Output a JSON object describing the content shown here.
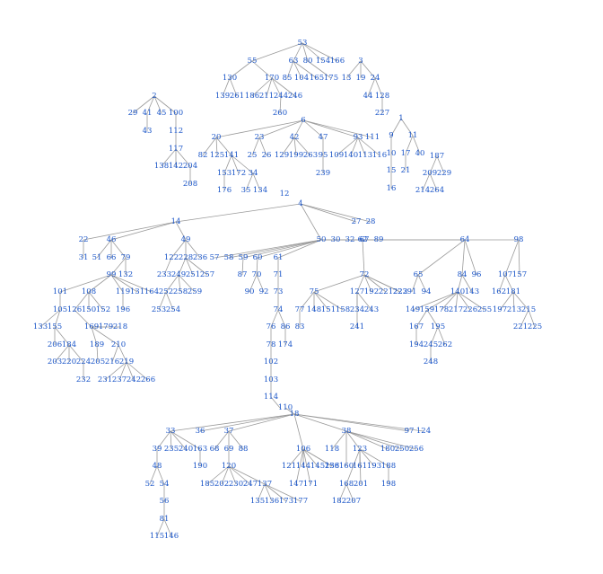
{
  "diagram": {
    "type": "tree",
    "labels": {
      "n1": "1",
      "n2": "2",
      "n3": "3",
      "n4": "4",
      "n6": "6",
      "n9": "9",
      "n10": "10",
      "n11": "11",
      "n12": "12",
      "n13": "13",
      "n14": "14",
      "n15": "15",
      "n16": "16",
      "n17": "17",
      "n18": "18",
      "n19": "19",
      "n20": "20",
      "n21": "21",
      "n22": "22",
      "n23": "23",
      "n24": "24",
      "n25": "25",
      "n26": "26",
      "n27": "27",
      "n28": "28",
      "n29": "29",
      "n30": "30",
      "n31": "31",
      "n32": "32",
      "n33": "33",
      "n34": "34",
      "n35": "35",
      "n36": "36",
      "n37": "37",
      "n38": "38",
      "n39": "39",
      "n40": "40",
      "n41": "41",
      "n42": "42",
      "n43": "43",
      "n44": "44",
      "n45": "45",
      "n46": "46",
      "n47": "47",
      "n48": "48",
      "n49": "49",
      "n50": "50",
      "n51": "51",
      "n52": "52",
      "n53": "53",
      "n54": "54",
      "n55": "55",
      "n56": "56",
      "n57": "57",
      "n58": "58",
      "n59": "59",
      "n60": "60",
      "n61": "61",
      "n62": "62",
      "n63": "63",
      "n64": "64",
      "n65": "65",
      "n66": "66",
      "n67": "67",
      "n68": "68",
      "n69": "69",
      "n70": "70",
      "n71": "71",
      "n72": "72",
      "n73": "73",
      "n74": "74",
      "n75": "75",
      "n76": "76",
      "n77": "77",
      "n78": "78",
      "n79": "79",
      "n80": "80",
      "n81": "81",
      "n82": "82",
      "n83": "83",
      "n84": "84",
      "n85": "85",
      "n86": "86",
      "n87": "87",
      "n88": "88",
      "n89": "89",
      "n90": "90",
      "n91": "91",
      "n92": "92",
      "n93": "93",
      "n94": "94",
      "n95": "95",
      "n96": "96",
      "n97": "97",
      "n98": "98",
      "n99": "99",
      "n100": "100",
      "n101": "101",
      "n102": "102",
      "n103": "103",
      "n104": "104",
      "n105": "105",
      "n106": "106",
      "n107": "107",
      "n108": "108",
      "n109": "109",
      "n110": "110",
      "n111": "111",
      "n112": "112",
      "n113": "113",
      "n114": "114",
      "n115": "115",
      "n116": "116",
      "n117": "117",
      "n118": "118",
      "n119": "119",
      "n120": "120",
      "n121": "121",
      "n122": "122",
      "n123": "123",
      "n124": "124",
      "n125": "125",
      "n126": "126",
      "n127": "127",
      "n128": "128",
      "n129": "129",
      "n130": "130",
      "n131": "131",
      "n132": "132",
      "n133": "133",
      "n134": "134",
      "n135": "135",
      "n136": "136",
      "n137": "137",
      "n138": "138",
      "n139": "139",
      "n140": "140",
      "n141": "141",
      "n142": "142",
      "n143": "143",
      "n144": "144",
      "n145": "145",
      "n146": "146",
      "n147": "147",
      "n148": "148",
      "n149": "149",
      "n150": "150",
      "n151": "151",
      "n152": "152",
      "n153": "153",
      "n154": "154",
      "n155": "155",
      "n156": "156",
      "n157": "157",
      "n158": "158",
      "n159": "159",
      "n160": "160",
      "n161": "161",
      "n162": "162",
      "n163": "163",
      "n164": "164",
      "n165": "165",
      "n166": "166",
      "n167": "167",
      "n168": "168",
      "n169": "169",
      "n170": "170",
      "n171": "171",
      "n172": "172",
      "n173": "173",
      "n174": "174",
      "n175": "175",
      "n176": "176",
      "n177": "177",
      "n178": "178",
      "n179": "179",
      "n180": "180",
      "n181": "181",
      "n182": "182",
      "n183": "183",
      "n184": "184",
      "n185": "185",
      "n186": "186",
      "n187": "187",
      "n188": "188",
      "n189": "189",
      "n190": "190",
      "n191": "191",
      "n192": "192",
      "n193": "193",
      "n194": "194",
      "n195": "195",
      "n196": "196",
      "n197": "197",
      "n198": "198",
      "n199": "199",
      "n200": "200",
      "n201": "201",
      "n202": "202",
      "n203": "203",
      "n204": "204",
      "n205": "205",
      "n206": "206",
      "n207": "207",
      "n208": "208",
      "n209": "209",
      "n210": "210",
      "n211": "211",
      "n212": "212",
      "n213": "213",
      "n214": "214",
      "n215": "215",
      "n216": "216",
      "n217": "217",
      "n218": "218",
      "n219": "219",
      "n220": "220",
      "n221": "221",
      "n222": "222",
      "n223": "223",
      "n224": "224",
      "n225": "225",
      "n226": "226",
      "n227": "227",
      "n228": "228",
      "n229": "229",
      "n230": "230",
      "n231": "231",
      "n232": "232",
      "n233": "233",
      "n234": "234",
      "n235": "235",
      "n236": "236",
      "n237": "237",
      "n238": "238",
      "n239": "239",
      "n240": "240",
      "n241": "241",
      "n242": "242",
      "n243": "243",
      "n244": "244",
      "n245": "245",
      "n246": "246",
      "n247": "247",
      "n248": "248",
      "n249": "249",
      "n250": "250",
      "n251": "251",
      "n252": "252",
      "n253": "253",
      "n254": "254",
      "n255": "255",
      "n256": "256",
      "n257": "257",
      "n258": "258",
      "n259": "259",
      "n260": "260",
      "n261": "261",
      "n262": "262",
      "n263": "263",
      "n264": "264",
      "n266": "266"
    },
    "edges": [
      [
        "n53",
        "n55"
      ],
      [
        "n53",
        "n63"
      ],
      [
        "n53",
        "n80"
      ],
      [
        "n53",
        "n154"
      ],
      [
        "n53",
        "n166"
      ],
      [
        "n55",
        "n130"
      ],
      [
        "n55",
        "n170"
      ],
      [
        "n63",
        "n85"
      ],
      [
        "n63",
        "n104"
      ],
      [
        "n63",
        "n165"
      ],
      [
        "n80",
        "n175"
      ],
      [
        "n130",
        "n139"
      ],
      [
        "n130",
        "n261"
      ],
      [
        "n170",
        "n186"
      ],
      [
        "n170",
        "n211"
      ],
      [
        "n170",
        "n244"
      ],
      [
        "n170",
        "n246"
      ],
      [
        "n244",
        "n260"
      ],
      [
        "n3",
        "n13"
      ],
      [
        "n3",
        "n19"
      ],
      [
        "n3",
        "n24"
      ],
      [
        "n24",
        "n44"
      ],
      [
        "n24",
        "n128"
      ],
      [
        "n128",
        "n227"
      ],
      [
        "n2",
        "n29"
      ],
      [
        "n2",
        "n41"
      ],
      [
        "n2",
        "n45"
      ],
      [
        "n2",
        "n100"
      ],
      [
        "n41",
        "n43"
      ],
      [
        "n100",
        "n112"
      ],
      [
        "n112",
        "n117"
      ],
      [
        "n117",
        "n138"
      ],
      [
        "n117",
        "n142"
      ],
      [
        "n117",
        "n204"
      ],
      [
        "n204",
        "n208"
      ],
      [
        "n6",
        "n20"
      ],
      [
        "n6",
        "n23"
      ],
      [
        "n6",
        "n42"
      ],
      [
        "n6",
        "n47"
      ],
      [
        "n6",
        "n93"
      ],
      [
        "n6",
        "n111"
      ],
      [
        "n20",
        "n82"
      ],
      [
        "n20",
        "n125"
      ],
      [
        "n20",
        "n141"
      ],
      [
        "n141",
        "n153"
      ],
      [
        "n141",
        "n172"
      ],
      [
        "n141",
        "n34"
      ],
      [
        "n153",
        "n176"
      ],
      [
        "n34",
        "n35"
      ],
      [
        "n34",
        "n134"
      ],
      [
        "n23",
        "n25"
      ],
      [
        "n23",
        "n26"
      ],
      [
        "n42",
        "n129"
      ],
      [
        "n42",
        "n199"
      ],
      [
        "n42",
        "n263"
      ],
      [
        "n47",
        "n95"
      ],
      [
        "n95",
        "n239"
      ],
      [
        "n93",
        "n109"
      ],
      [
        "n93",
        "n140"
      ],
      [
        "n93",
        "n113"
      ],
      [
        "n93",
        "n116"
      ],
      [
        "n1",
        "n9"
      ],
      [
        "n1",
        "n11"
      ],
      [
        "n9",
        "n10"
      ],
      [
        "n10",
        "n15"
      ],
      [
        "n15",
        "n16"
      ],
      [
        "n11",
        "n17"
      ],
      [
        "n11",
        "n40"
      ],
      [
        "n17",
        "n21"
      ],
      [
        "n187",
        "n209"
      ],
      [
        "n187",
        "n229"
      ],
      [
        "n209",
        "n214"
      ],
      [
        "n209",
        "n264"
      ],
      [
        "n4",
        "n14"
      ],
      [
        "n4",
        "n27"
      ],
      [
        "n4",
        "n28"
      ],
      [
        "n4",
        "n50"
      ],
      [
        "n14",
        "n22"
      ],
      [
        "n14",
        "n46"
      ],
      [
        "n14",
        "n49"
      ],
      [
        "n22",
        "n31"
      ],
      [
        "n46",
        "n51"
      ],
      [
        "n46",
        "n66"
      ],
      [
        "n46",
        "n79"
      ],
      [
        "n79",
        "n99"
      ],
      [
        "n79",
        "n132"
      ],
      [
        "n99",
        "n101"
      ],
      [
        "n99",
        "n108"
      ],
      [
        "n99",
        "n119"
      ],
      [
        "n99",
        "n131"
      ],
      [
        "n99",
        "n164"
      ],
      [
        "n101",
        "n105"
      ],
      [
        "n108",
        "n126"
      ],
      [
        "n108",
        "n150"
      ],
      [
        "n108",
        "n152"
      ],
      [
        "n119",
        "n196"
      ],
      [
        "n105",
        "n133"
      ],
      [
        "n105",
        "n155"
      ],
      [
        "n126",
        "n169"
      ],
      [
        "n169",
        "n179"
      ],
      [
        "n169",
        "n218"
      ],
      [
        "n155",
        "n206"
      ],
      [
        "n155",
        "n184"
      ],
      [
        "n184",
        "n203"
      ],
      [
        "n184",
        "n220"
      ],
      [
        "n184",
        "n224"
      ],
      [
        "n224",
        "n232"
      ],
      [
        "n169",
        "n189"
      ],
      [
        "n169",
        "n210"
      ],
      [
        "n189",
        "n205"
      ],
      [
        "n210",
        "n216"
      ],
      [
        "n210",
        "n219"
      ],
      [
        "n219",
        "n231"
      ],
      [
        "n219",
        "n237"
      ],
      [
        "n219",
        "n242"
      ],
      [
        "n219",
        "n266"
      ],
      [
        "n49",
        "n122"
      ],
      [
        "n49",
        "n228"
      ],
      [
        "n49",
        "n236"
      ],
      [
        "n122",
        "n233"
      ],
      [
        "n228",
        "n249"
      ],
      [
        "n228",
        "n251"
      ],
      [
        "n228",
        "n257"
      ],
      [
        "n249",
        "n252"
      ],
      [
        "n249",
        "n258"
      ],
      [
        "n249",
        "n259"
      ],
      [
        "n252",
        "n253"
      ],
      [
        "n252",
        "n254"
      ],
      [
        "n50",
        "n57"
      ],
      [
        "n50",
        "n58"
      ],
      [
        "n50",
        "n59"
      ],
      [
        "n50",
        "n60"
      ],
      [
        "n50",
        "n61"
      ],
      [
        "n50",
        "n30"
      ],
      [
        "n50",
        "n32"
      ],
      [
        "n50",
        "n62"
      ],
      [
        "n50",
        "n67"
      ],
      [
        "n50",
        "n89"
      ],
      [
        "n50",
        "n64"
      ],
      [
        "n50",
        "n98"
      ],
      [
        "n59",
        "n87"
      ],
      [
        "n60",
        "n70"
      ],
      [
        "n70",
        "n90"
      ],
      [
        "n70",
        "n92"
      ],
      [
        "n61",
        "n71"
      ],
      [
        "n71",
        "n73"
      ],
      [
        "n73",
        "n74"
      ],
      [
        "n74",
        "n76"
      ],
      [
        "n74",
        "n86"
      ],
      [
        "n76",
        "n78"
      ],
      [
        "n86",
        "n174"
      ],
      [
        "n78",
        "n102"
      ],
      [
        "n102",
        "n103"
      ],
      [
        "n103",
        "n114"
      ],
      [
        "n114",
        "n7"
      ],
      [
        "n62",
        "n72"
      ],
      [
        "n72",
        "n75"
      ],
      [
        "n72",
        "n127"
      ],
      [
        "n72",
        "n192"
      ],
      [
        "n72",
        "n221"
      ],
      [
        "n72",
        "n222"
      ],
      [
        "n72",
        "n223"
      ],
      [
        "n75",
        "n77"
      ],
      [
        "n75",
        "n148"
      ],
      [
        "n75",
        "n151"
      ],
      [
        "n75",
        "n158"
      ],
      [
        "n77",
        "n83"
      ],
      [
        "n127",
        "n234"
      ],
      [
        "n127",
        "n243"
      ],
      [
        "n127",
        "n241"
      ],
      [
        "n64",
        "n65"
      ],
      [
        "n64",
        "n84"
      ],
      [
        "n64",
        "n96"
      ],
      [
        "n65",
        "n91"
      ],
      [
        "n65",
        "n94"
      ],
      [
        "n84",
        "n140b"
      ],
      [
        "n84",
        "n143"
      ],
      [
        "n140b",
        "n149"
      ],
      [
        "n140b",
        "n159"
      ],
      [
        "n140b",
        "n178"
      ],
      [
        "n140b",
        "n217"
      ],
      [
        "n140b",
        "n226"
      ],
      [
        "n140b",
        "n255"
      ],
      [
        "n159",
        "n167"
      ],
      [
        "n159",
        "n195"
      ],
      [
        "n167",
        "n194"
      ],
      [
        "n195",
        "n245"
      ],
      [
        "n195",
        "n262"
      ],
      [
        "n245",
        "n248"
      ],
      [
        "n98",
        "n107"
      ],
      [
        "n98",
        "n157"
      ],
      [
        "n107",
        "n162"
      ],
      [
        "n107",
        "n181"
      ],
      [
        "n181",
        "n197"
      ],
      [
        "n181",
        "n213"
      ],
      [
        "n181",
        "n215"
      ],
      [
        "n215",
        "n221b"
      ],
      [
        "n215",
        "n225"
      ],
      [
        "n110",
        "n18"
      ],
      [
        "n18",
        "n33"
      ],
      [
        "n18",
        "n36"
      ],
      [
        "n18",
        "n37"
      ],
      [
        "n18",
        "n106"
      ],
      [
        "n18",
        "n38"
      ],
      [
        "n18",
        "n97"
      ],
      [
        "n18",
        "n124"
      ],
      [
        "n33",
        "n39"
      ],
      [
        "n33",
        "n235"
      ],
      [
        "n33",
        "n240"
      ],
      [
        "n33",
        "n163"
      ],
      [
        "n39",
        "n48"
      ],
      [
        "n48",
        "n52"
      ],
      [
        "n48",
        "n54"
      ],
      [
        "n54",
        "n56"
      ],
      [
        "n56",
        "n81"
      ],
      [
        "n81",
        "n115"
      ],
      [
        "n81",
        "n146"
      ],
      [
        "n163",
        "n190"
      ],
      [
        "n37",
        "n68"
      ],
      [
        "n37",
        "n69"
      ],
      [
        "n37",
        "n88"
      ],
      [
        "n69",
        "n120"
      ],
      [
        "n120",
        "n185"
      ],
      [
        "n120",
        "n202"
      ],
      [
        "n120",
        "n230"
      ],
      [
        "n120",
        "n247"
      ],
      [
        "n120",
        "n137"
      ],
      [
        "n137",
        "n135"
      ],
      [
        "n137",
        "n136"
      ],
      [
        "n137",
        "n173"
      ],
      [
        "n137",
        "n177"
      ],
      [
        "n106",
        "n121"
      ],
      [
        "n106",
        "n144"
      ],
      [
        "n106",
        "n145"
      ],
      [
        "n106",
        "n147"
      ],
      [
        "n106",
        "n171"
      ],
      [
        "n106",
        "n156"
      ],
      [
        "n106",
        "n238"
      ],
      [
        "n38",
        "n118"
      ],
      [
        "n38",
        "n123"
      ],
      [
        "n38",
        "n160"
      ],
      [
        "n38",
        "n180"
      ],
      [
        "n38",
        "n250"
      ],
      [
        "n38",
        "n256"
      ],
      [
        "n123",
        "n161"
      ],
      [
        "n123",
        "n193"
      ],
      [
        "n123",
        "n188"
      ],
      [
        "n123",
        "n168"
      ],
      [
        "n123",
        "n201"
      ],
      [
        "n168",
        "n182"
      ],
      [
        "n168",
        "n207"
      ],
      [
        "n188",
        "n198"
      ]
    ]
  }
}
